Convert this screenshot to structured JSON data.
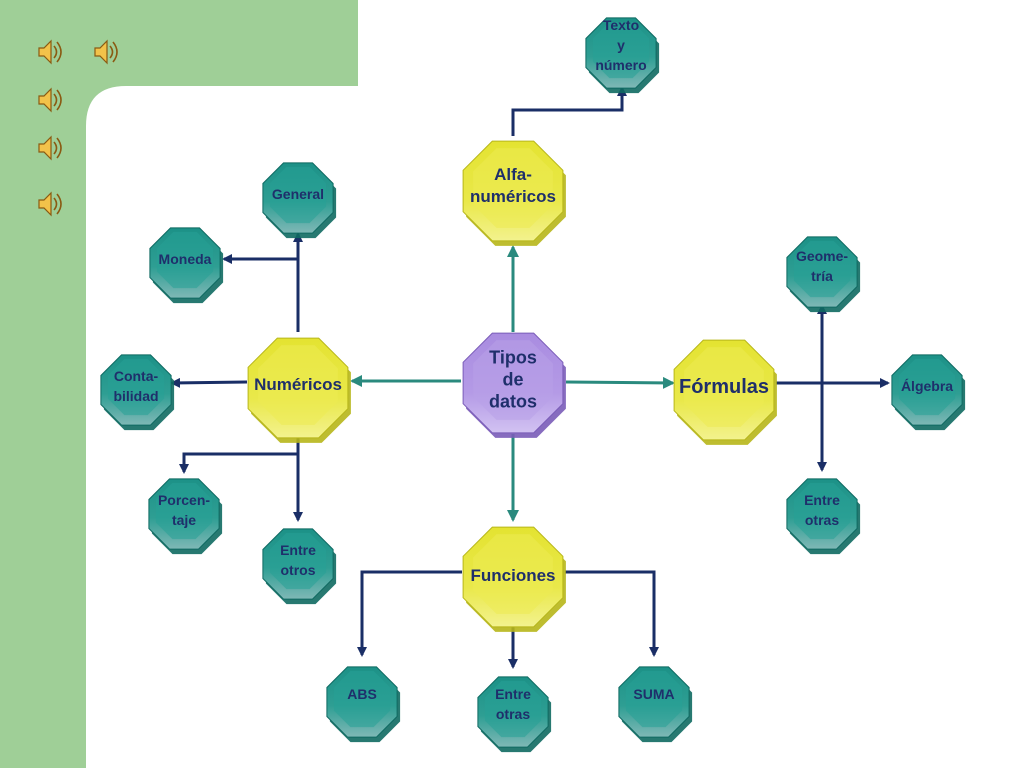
{
  "colors": {
    "sidebar_green": "#9fcf97",
    "teal_node": "#1c9187",
    "yellow_node": "#e4e331",
    "purple_node": "#a98ce0",
    "label_text": "#1f2f6b",
    "arrow_navy": "#1a2e66",
    "arrow_teal": "#2a8a7e"
  },
  "sidebar": {
    "speaker_icons": [
      "speaker-icon",
      "speaker-icon",
      "speaker-icon",
      "speaker-icon",
      "speaker-icon"
    ]
  },
  "diagram": {
    "center": {
      "lines": [
        "Tipos",
        "de",
        "datos"
      ]
    },
    "alfanumericos": {
      "lines": [
        "Alfa-",
        "numéricos"
      ]
    },
    "numericos": {
      "lines": [
        "Numéricos"
      ]
    },
    "formulas": {
      "lines": [
        "Fórmulas"
      ]
    },
    "funciones": {
      "lines": [
        "Funciones"
      ]
    },
    "texto_numero": {
      "lines": [
        "Texto",
        "y",
        "número"
      ]
    },
    "general": {
      "lines": [
        "General"
      ]
    },
    "moneda": {
      "lines": [
        "Moneda"
      ]
    },
    "contabilidad": {
      "lines": [
        "Conta-",
        "bilidad"
      ]
    },
    "porcentaje": {
      "lines": [
        "Porcen-",
        "taje"
      ]
    },
    "entre_otros": {
      "lines": [
        "Entre",
        "otros"
      ]
    },
    "geometria": {
      "lines": [
        "Geome-",
        "tría"
      ]
    },
    "algebra": {
      "lines": [
        "Álgebra"
      ]
    },
    "entre_otras_formulas": {
      "lines": [
        "Entre",
        "otras"
      ]
    },
    "abs": {
      "lines": [
        "ABS"
      ]
    },
    "entre_otras_funciones": {
      "lines": [
        "Entre",
        "otras"
      ]
    },
    "suma": {
      "lines": [
        "SUMA"
      ]
    }
  }
}
